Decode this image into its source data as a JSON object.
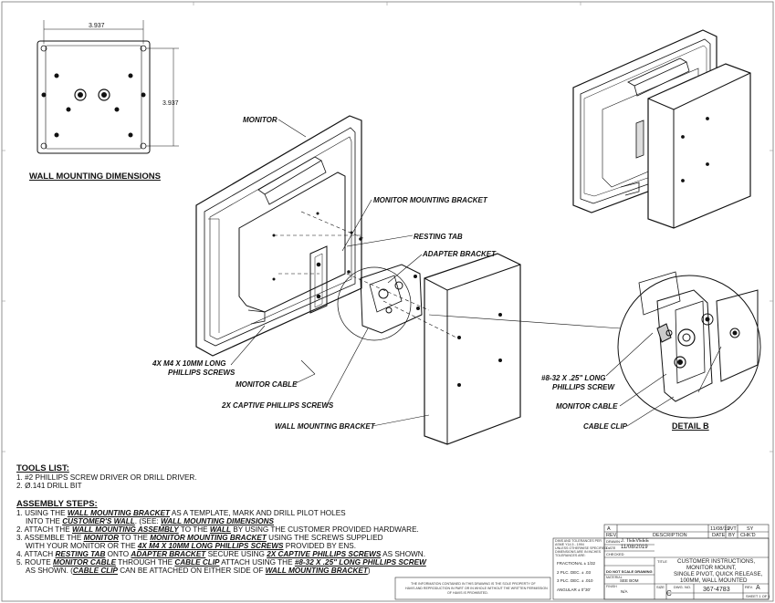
{
  "dimensions": {
    "width": "3.937",
    "height": "3.937"
  },
  "views": {
    "wall_mount_title": "WALL MOUNTING DIMENSIONS",
    "detail_title": "DETAIL B"
  },
  "callouts": {
    "monitor": "MONITOR",
    "monitor_bracket": "MONITOR MOUNTING BRACKET",
    "resting_tab": "RESTING TAB",
    "adapter_bracket": "ADAPTER BRACKET",
    "screws_m4_line1": "4X M4 X 10MM LONG",
    "screws_m4_line2": "PHILLIPS SCREWS",
    "monitor_cable": "MONITOR CABLE",
    "captive_screws": "2X CAPTIVE PHILLIPS SCREWS",
    "wall_bracket": "WALL MOUNTING BRACKET",
    "screw_832_line1": "#8-32 X .25\" LONG",
    "screw_832_line2": "PHILLIPS SCREW",
    "detail_monitor_cable": "MONITOR CABLE",
    "cable_clip": "CABLE CLIP"
  },
  "tools": {
    "title": "TOOLS LIST:",
    "items": [
      "1.  #2 PHILLIPS SCREW DRIVER OR DRILL DRIVER.",
      "2.  Ø.141 DRILL BIT"
    ]
  },
  "assembly": {
    "title": "ASSEMBLY STEPS:",
    "s1a": "1. USING THE ",
    "s1b": "WALL MOUNTING BRACKET",
    "s1c": " AS A TEMPLATE, MARK AND DRILL PILOT HOLES",
    "s1d": "INTO THE ",
    "s1e": "CUSTOMER'S WALL",
    "s1f": ". (SEE: ",
    "s1g": "WALL MOUNTING DIMENSIONS",
    "s2a": "2. ATTACH THE ",
    "s2b": "WALL MOUNTING ASSEMBLY",
    "s2c": " TO THE ",
    "s2d": "WALL",
    "s2e": " BY USING THE CUSTOMER PROVIDED HARDWARE.",
    "s3a": "3. ASSEMBLE THE ",
    "s3b": "MONITOR",
    "s3c": " TO THE ",
    "s3d": "MONITOR MOUNTING BRACKET",
    "s3e": " USING THE SCREWS SUPPLIED",
    "s3f": "WITH YOUR MONITOR OR THE ",
    "s3g": "4X M4 X 10MM  LONG PHILLIPS SCREWS",
    "s3h": " PROVIDED BY ENS.",
    "s4a": "4. ATTACH ",
    "s4b": "RESTING TAB",
    "s4c": " ONTO ",
    "s4d": "ADAPTER BRACKET",
    "s4e": " SECURE USING ",
    "s4f": "2X CAPTIVE PHILLIPS SCREWS",
    "s4g": " AS SHOWN.",
    "s5a": "5. ROUTE ",
    "s5b": "MONITOR CABLE",
    "s5c": " THROUGH THE ",
    "s5d": "CABLE CLIP",
    "s5e": " ATTACH USING THE ",
    "s5f": "#8-32 X .25\" LONG PHILLIPS SCREW",
    "s5g": "AS SHOWN. (",
    "s5h": "CABLE CLIP",
    "s5i": " CAN BE ATTACHED ON EITHER SIDE OF ",
    "s5j": "WALL MOUNTING BRACKET",
    "s5k": ")"
  },
  "title_block": {
    "rev_header": "REV.",
    "desc_header": "DESCRIPTION",
    "date_header": "DATE",
    "by_header": "BY",
    "chkd_header": "CHK'D",
    "rev_a": "A",
    "rev_a_date": "11/08/19",
    "rev_a_by": "JVT",
    "rev_a_chk": "SY",
    "drawn_label": "DRAWN",
    "drawn_by": "J. TEEVEEE",
    "date_label": "DATE",
    "date": "11/08/2019",
    "checked_label": "CHECKED",
    "fractional": "FRACTIONAL  ± 1/32",
    "two_place": "2 PLC. DEC.    ± .03",
    "three_place": "3 PLC. DEC.   ± .010",
    "angular": "ANGULAR   ± 0°30'",
    "do_not_scale": "DO NOT SCALE DRAWING",
    "material": "SEE BOM",
    "finish": "N/A",
    "title_label": "TITLE",
    "title_l1": "CUSTOMER INSTRUCTIONS,",
    "title_l2": "MONITOR MOUNT,",
    "title_l3": "SINGLE PIVOT, QUICK RELEASE,",
    "title_l4": "100MM, WALL MOUNTED",
    "size_label": "SIZE",
    "size": "C",
    "dwg_label": "DWG. NO.",
    "dwg_no": "367-4783",
    "rev_label": "REV.",
    "rev": "A",
    "sheet": "SHEET 1 OF 1",
    "fine_tol_1": "DIMS AND TOLERANCES PER",
    "fine_tol_2": "ASME Y14.5 - 1994",
    "fine_tol_3": "UNLESS OTHERWISE SPECIFIED",
    "fine_tol_4": "DIMENSIONS ARE IN INCHES",
    "fine_tol_5": "TOLERANCES ARE:",
    "fine_finish": "FINISH",
    "fine_material": "MATERIAL",
    "prop_1": "THE INFORMATION CONTAINED IN THIS DRAWING IS THE SOLE PROPERTY OF",
    "prop_2": "HAVIS AND REPRODUCTION IN PART OR IN WHOLE WITHOUT THE WRITTEN PERMISSION",
    "prop_3": "OF HAVIS IS PROHIBITED."
  }
}
